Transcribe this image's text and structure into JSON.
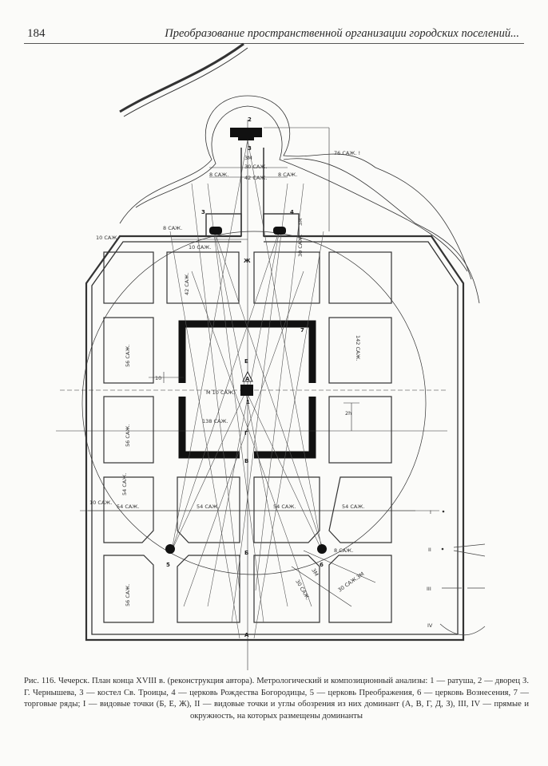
{
  "header": {
    "page_number": "184",
    "running_title": "Преобразование пространственной организации городских поселений..."
  },
  "figure": {
    "numbers": {
      "n1": "1",
      "n2": "2",
      "n3": "3",
      "n4": "4",
      "n5": "5",
      "n6": "6",
      "n7": "7"
    },
    "points": {
      "A": "А",
      "B": "Б",
      "V": "В",
      "G": "Г",
      "D": "Д",
      "E": "Е",
      "Zh": "Ж",
      "Z": "З"
    },
    "dimensions": {
      "d76": "76 САЖ. !",
      "d3m": "3М",
      "d30": "30 САЖ.",
      "d42": "42 САЖ.",
      "d8a": "8 САЖ.",
      "d8b": "8 САЖ.",
      "d8c": "8 САЖ.",
      "d10a": "10 САЖ.",
      "d10b": "10 САЖ.",
      "d3m2": "3М",
      "d30b": "30 САЖ.",
      "d42b": "42 САЖ.",
      "d56a": "56 САЖ.",
      "d56b": "56 САЖ.",
      "d56c": "56 САЖ.",
      "d54v": "54 САЖ.",
      "d142": "142 САЖ.",
      "d10c": "10",
      "dm10": "М 10 САЖ.",
      "d138": "138 САЖ.",
      "d2h": "2h",
      "d54a": "54 САЖ.",
      "d54b": "54 САЖ.",
      "d54c": "54 САЖ.",
      "d54d": "54 САЖ.",
      "d10s": "10 САЖ.",
      "d8d": "8 САЖ.",
      "d30c": "30 САЖ.",
      "d3m3": "3М",
      "d30d": "30 САЖ.3М"
    },
    "legend": {
      "I": "I",
      "II": "II",
      "III": "III",
      "IV": "IV"
    }
  },
  "caption": "Рис. 116. Чечерск. План конца XVIII в. (реконструкция автора). Метрологический и композиционный анализы: 1 — ратуша, 2 — дворец З. Г. Чернышева, 3 — костел Св. Троицы, 4 — церковь Рождества Богородицы, 5 — церковь Преображения, 6 — церковь Вознесения, 7 — торговые ряды; I — видовые точки (Б, Е, Ж), II — видовые точки и углы обозрения из них доминант (А, В, Г, Д, З), III, IV — прямые и окружность, на которых размещены доминанты"
}
